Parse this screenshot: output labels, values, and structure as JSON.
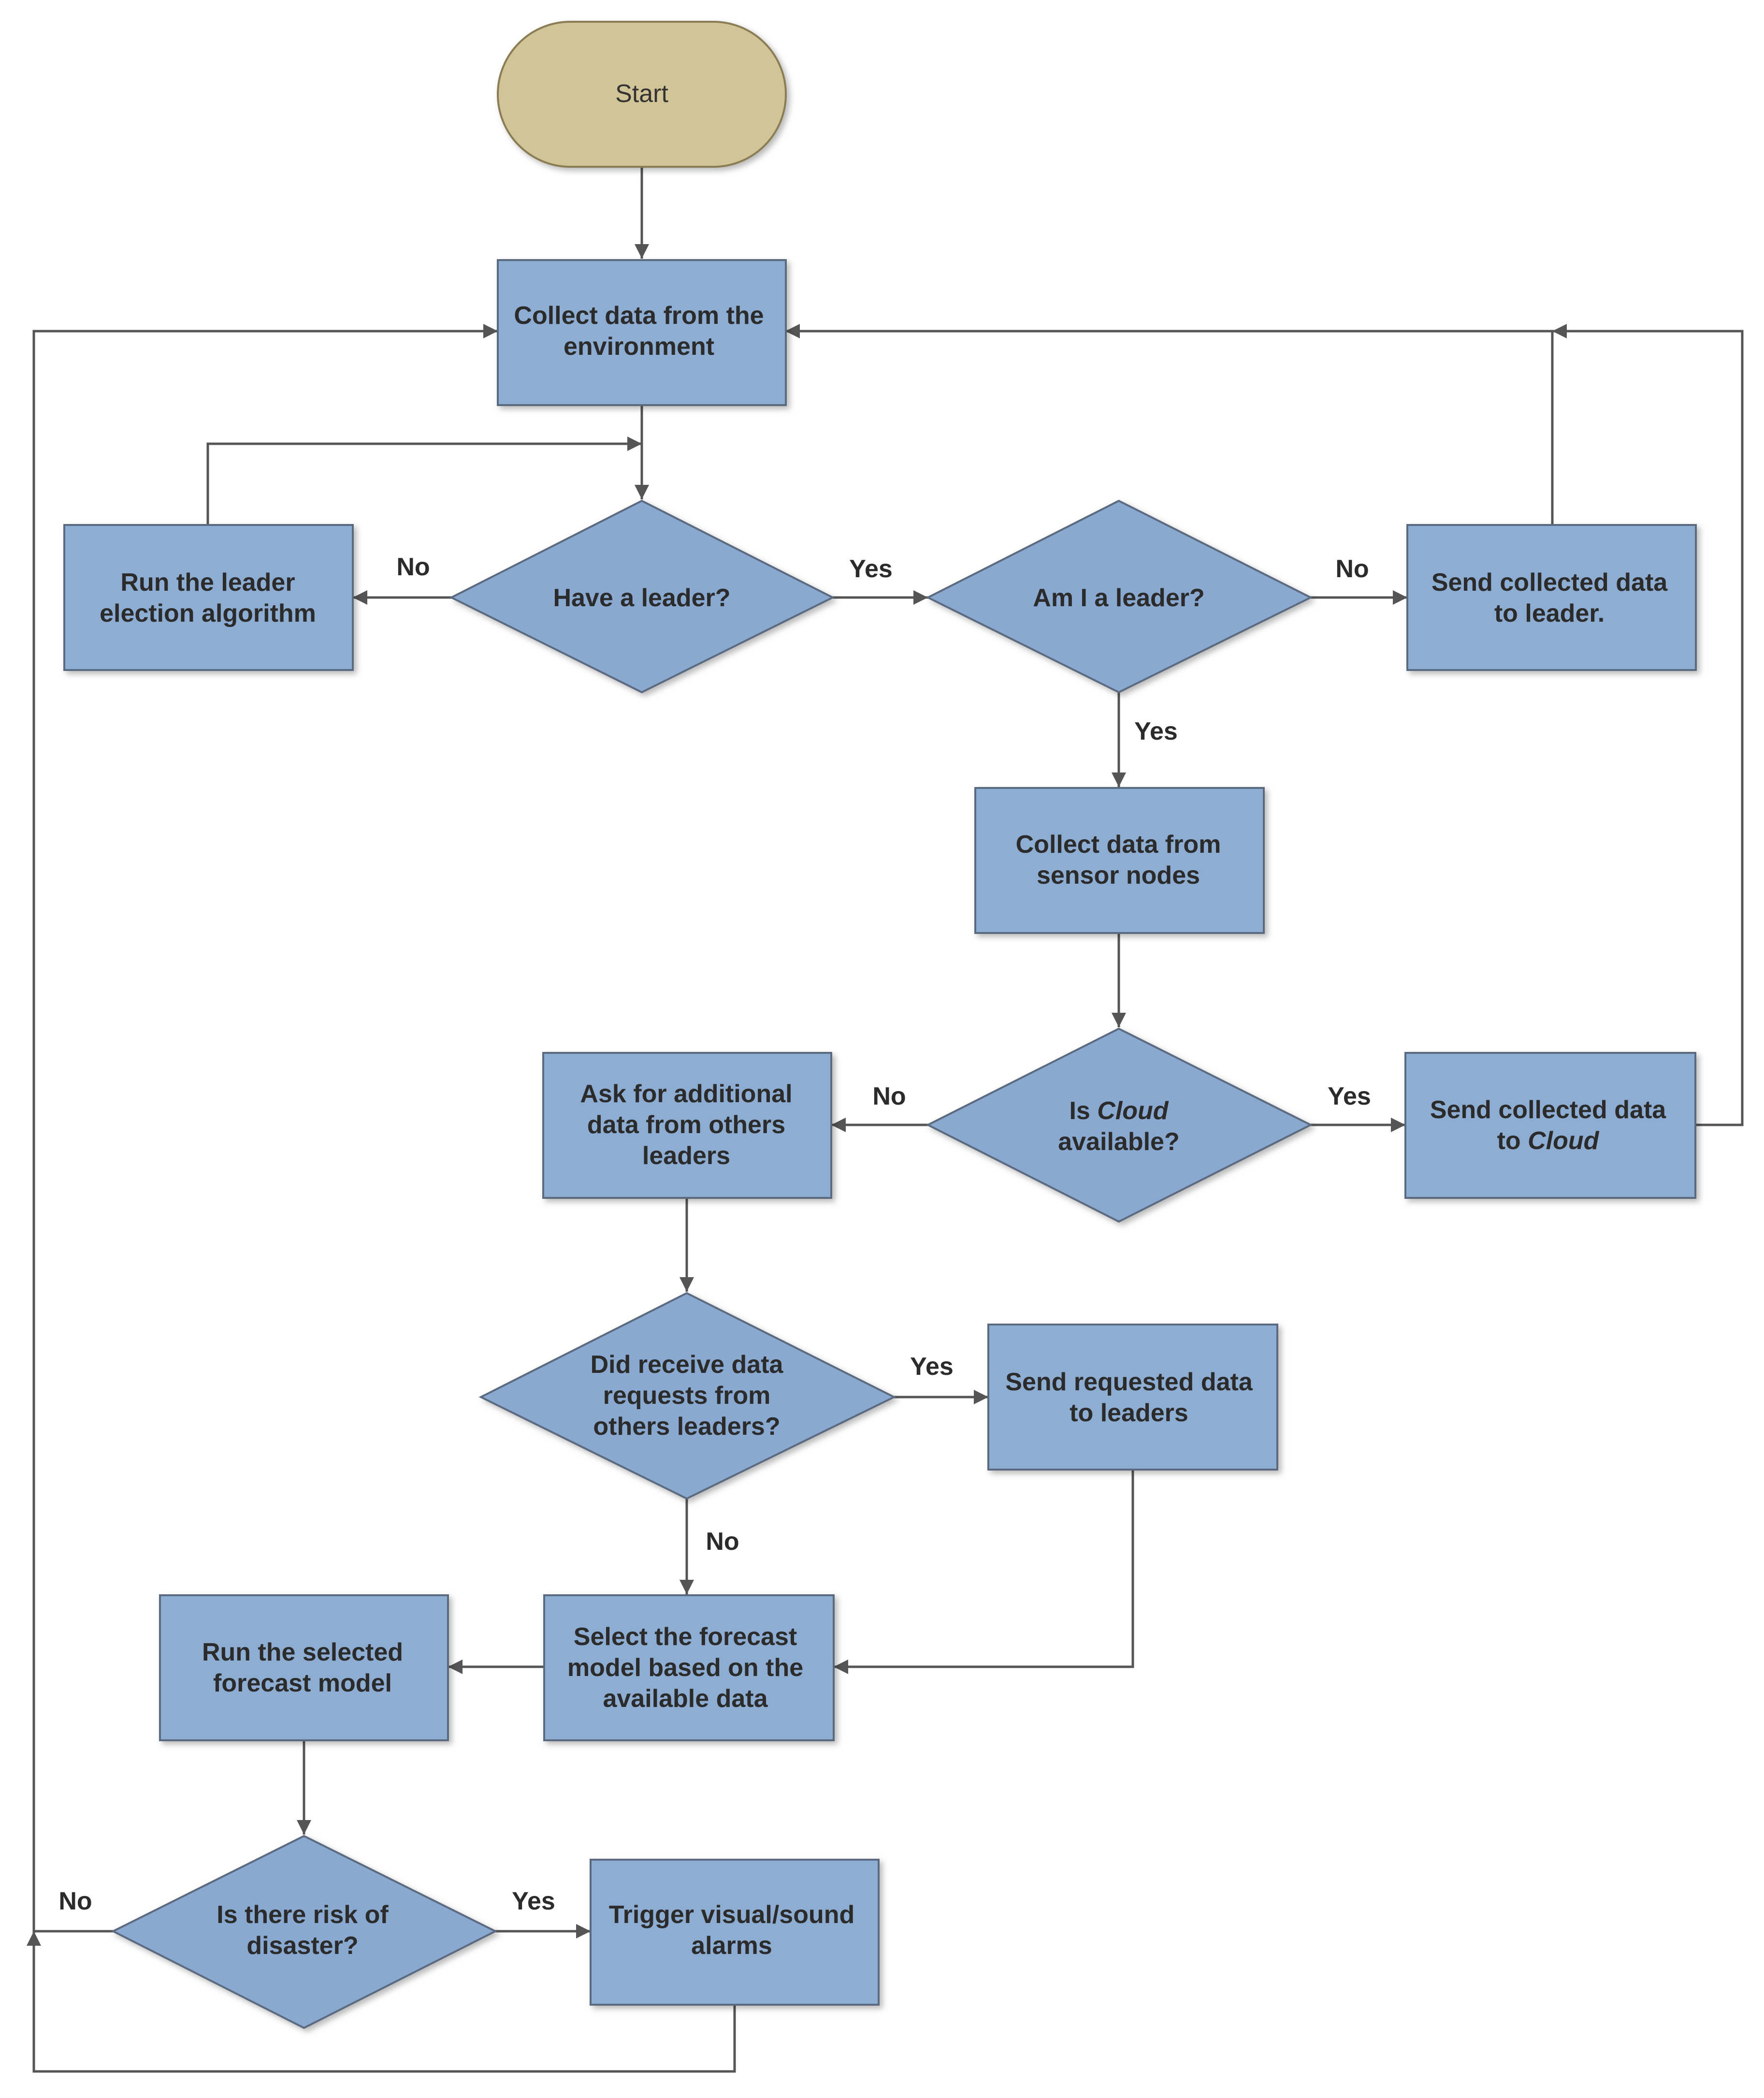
{
  "colors": {
    "process_fill": "#8eadd3",
    "process_stroke": "#5b6b80",
    "decision_fill": "#8aa9d0",
    "terminal_fill": "#d1c597",
    "terminal_stroke": "#8a7d55",
    "connector": "#555555",
    "text": "#2b2b2b"
  },
  "nodes": {
    "start": {
      "lines": [
        {
          "parts": [
            {
              "text": "Start"
            }
          ]
        }
      ]
    },
    "collect_env": {
      "lines": [
        {
          "parts": [
            {
              "text": "Collect data from the"
            }
          ]
        },
        {
          "parts": [
            {
              "text": "environment"
            }
          ]
        }
      ]
    },
    "have_leader": {
      "lines": [
        {
          "parts": [
            {
              "text": "Have a leader?"
            }
          ]
        }
      ]
    },
    "run_election": {
      "lines": [
        {
          "parts": [
            {
              "text": "Run the leader"
            }
          ]
        },
        {
          "parts": [
            {
              "text": "election algorithm"
            }
          ]
        }
      ]
    },
    "am_i_leader": {
      "lines": [
        {
          "parts": [
            {
              "text": "Am I a leader?"
            }
          ]
        }
      ]
    },
    "send_to_leader": {
      "lines": [
        {
          "parts": [
            {
              "text": "Send collected data"
            }
          ]
        },
        {
          "parts": [
            {
              "text": "to leader."
            }
          ]
        }
      ]
    },
    "collect_sensor": {
      "lines": [
        {
          "parts": [
            {
              "text": "Collect data from"
            }
          ]
        },
        {
          "parts": [
            {
              "text": "sensor nodes"
            }
          ]
        }
      ]
    },
    "cloud_available": {
      "lines": [
        {
          "parts": [
            {
              "text": "Is "
            },
            {
              "text": "Cloud",
              "italic": true
            }
          ]
        },
        {
          "parts": [
            {
              "text": "available?"
            }
          ]
        }
      ]
    },
    "ask_additional": {
      "lines": [
        {
          "parts": [
            {
              "text": "Ask for additional"
            }
          ]
        },
        {
          "parts": [
            {
              "text": "data from others"
            }
          ]
        },
        {
          "parts": [
            {
              "text": "leaders"
            }
          ]
        }
      ]
    },
    "send_to_cloud": {
      "lines": [
        {
          "parts": [
            {
              "text": "Send collected data"
            }
          ]
        },
        {
          "parts": [
            {
              "text": "to "
            },
            {
              "text": "Cloud",
              "italic": true
            }
          ]
        }
      ]
    },
    "receive_requests": {
      "lines": [
        {
          "parts": [
            {
              "text": "Did receive data"
            }
          ]
        },
        {
          "parts": [
            {
              "text": "requests from"
            }
          ]
        },
        {
          "parts": [
            {
              "text": "others leaders?"
            }
          ]
        }
      ]
    },
    "send_requested": {
      "lines": [
        {
          "parts": [
            {
              "text": "Send requested data"
            }
          ]
        },
        {
          "parts": [
            {
              "text": "to leaders"
            }
          ]
        }
      ]
    },
    "select_model": {
      "lines": [
        {
          "parts": [
            {
              "text": "Select the forecast"
            }
          ]
        },
        {
          "parts": [
            {
              "text": "model based on the"
            }
          ]
        },
        {
          "parts": [
            {
              "text": "available data"
            }
          ]
        }
      ]
    },
    "run_model": {
      "lines": [
        {
          "parts": [
            {
              "text": "Run the selected"
            }
          ]
        },
        {
          "parts": [
            {
              "text": "forecast model"
            }
          ]
        }
      ]
    },
    "risk_disaster": {
      "lines": [
        {
          "parts": [
            {
              "text": "Is there risk of"
            }
          ]
        },
        {
          "parts": [
            {
              "text": "disaster?"
            }
          ]
        }
      ]
    },
    "trigger_alarms": {
      "lines": [
        {
          "parts": [
            {
              "text": "Trigger visual/sound"
            }
          ]
        },
        {
          "parts": [
            {
              "text": "alarms"
            }
          ]
        }
      ]
    }
  },
  "edge_labels": {
    "have_leader_no": "No",
    "have_leader_yes": "Yes",
    "am_i_leader_no": "No",
    "am_i_leader_yes": "Yes",
    "cloud_no": "No",
    "cloud_yes": "Yes",
    "requests_yes": "Yes",
    "requests_no": "No",
    "risk_no": "No",
    "risk_yes": "Yes"
  }
}
